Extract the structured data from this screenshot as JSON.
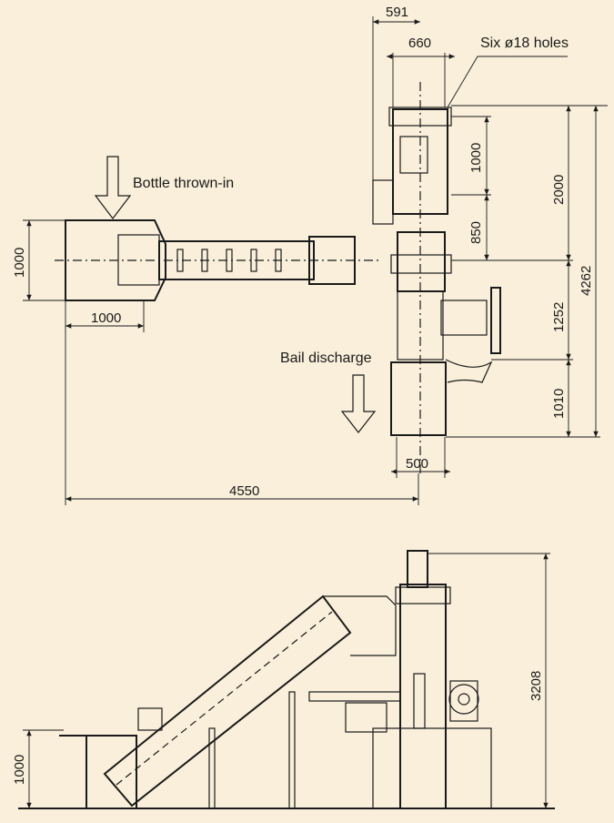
{
  "plan_view": {
    "labels": {
      "bottle_in": "Bottle thrown-in",
      "bail_discharge": "Bail discharge",
      "holes": "Six ø18 holes"
    },
    "dimensions": {
      "d591": "591",
      "d660": "660",
      "d1000_upper": "1000",
      "d850": "850",
      "d2000": "2000",
      "d4262": "4262",
      "d1252": "1252",
      "d1010": "1010",
      "d500": "500",
      "d4550": "4550",
      "hopper_height": "1000",
      "hopper_width": "1000"
    }
  },
  "side_view": {
    "dimensions": {
      "d3208": "3208",
      "d1000": "1000"
    }
  }
}
